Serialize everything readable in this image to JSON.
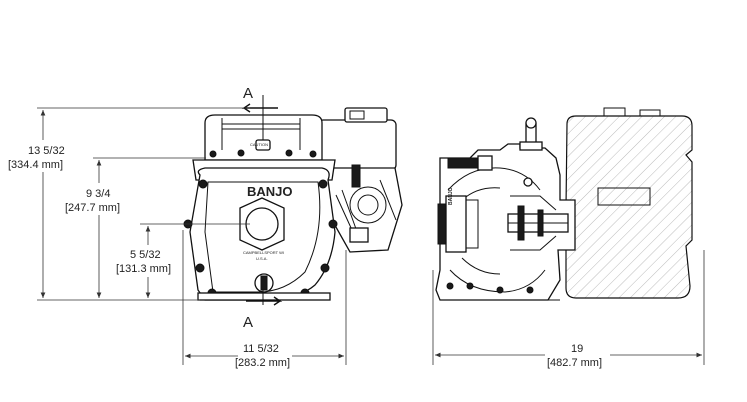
{
  "dimensions": {
    "overall_height": {
      "imperial": "13 5/32",
      "metric": "[334.4 mm]"
    },
    "center_height": {
      "imperial": "9 3/4",
      "metric": "[247.7 mm]"
    },
    "outlet_height": {
      "imperial": "5 5/32",
      "metric": "[131.3 mm]"
    },
    "width": {
      "imperial": "11 5/32",
      "metric": "[283.2 mm]"
    },
    "length": {
      "imperial": "19",
      "metric": "[482.7 mm]"
    }
  },
  "section_markers": {
    "top": "A",
    "bottom": "A"
  },
  "labels": {
    "brand": "BANJO",
    "housing_text_1": "CAUTION",
    "housing_text_2": "CAMPBELLSPORT WI",
    "housing_text_3": "U.S.A.",
    "side_brand": "BANJO"
  },
  "colors": {
    "line": "#111111",
    "fill": "#ffffff",
    "dark": "#1a1a1a"
  }
}
